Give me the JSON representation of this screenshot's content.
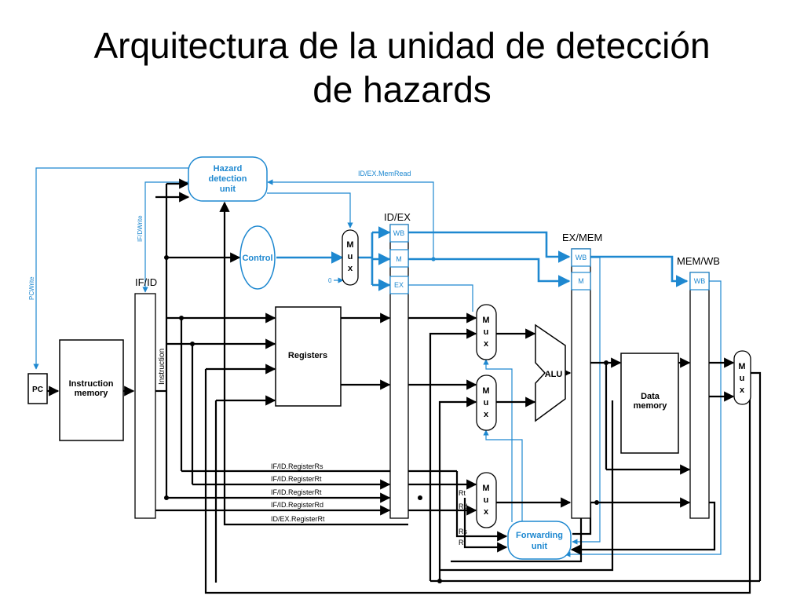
{
  "title": {
    "line1": "Arquitectura de la unidad de detección",
    "line2": "de hazards"
  },
  "colors": {
    "control_blue": "#1e88d0",
    "datapath_black": "#000000",
    "box_fill": "#ffffff",
    "oval_fill": "#ffffff"
  },
  "diagram": {
    "hazard_unit": {
      "line1": "Hazard",
      "line2": "detection",
      "line3": "unit"
    },
    "control_unit": "Control",
    "pc": "PC",
    "instruction_memory": {
      "line1": "Instruction",
      "line2": "memory"
    },
    "registers": "Registers",
    "alu": "ALU",
    "data_memory": {
      "line1": "Data",
      "line2": "memory"
    },
    "forwarding_unit": {
      "line1": "Forwarding",
      "line2": "unit"
    },
    "mux_letters": [
      "M",
      "u",
      "x"
    ],
    "pipeline_registers": {
      "if_id": "IF/ID",
      "id_ex": "ID/EX",
      "ex_mem": "EX/MEM",
      "mem_wb": "MEM/WB"
    },
    "control_fields": {
      "wb": "WB",
      "m": "M",
      "ex": "EX"
    },
    "signals": {
      "pc_write": "PCWrite",
      "if_id_write": "IF/DWrite",
      "id_ex_memread": "ID/EX.MemRead",
      "instruction": "Instruction",
      "zero": "0",
      "if_id_rs": "IF/ID.RegisterRs",
      "if_id_rt_1": "IF/ID.RegisterRt",
      "if_id_rt_2": "IF/ID.RegisterRt",
      "if_id_rd": "IF/ID.RegisterRd",
      "id_ex_rt": "ID/EX.RegisterRt",
      "rt": "Rt",
      "rd": "Rd",
      "rs": "Rs",
      "rt2": "Rt"
    }
  }
}
